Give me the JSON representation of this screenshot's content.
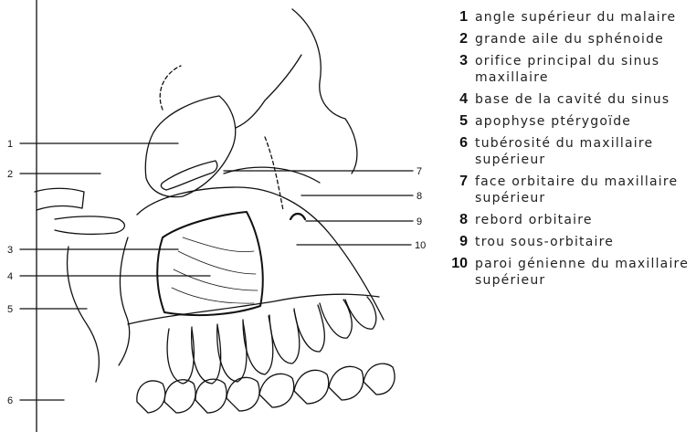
{
  "figure": {
    "labels": [
      "1",
      "2",
      "3",
      "4",
      "5",
      "6",
      "7",
      "8",
      "9",
      "10"
    ]
  },
  "legend": [
    {
      "num": "1",
      "text": "angle supérieur du malaire"
    },
    {
      "num": "2",
      "text": "grande aile du sphénoide"
    },
    {
      "num": "3",
      "text": "orifice principal du sinus maxillaire"
    },
    {
      "num": "4",
      "text": "base de la cavité du sinus"
    },
    {
      "num": "5",
      "text": "apophyse ptérygoïde"
    },
    {
      "num": "6",
      "text": "tubérosité du maxillaire supérieur"
    },
    {
      "num": "7",
      "text": "face orbitaire du maxillaire supérieur"
    },
    {
      "num": "8",
      "text": "rebord orbitaire"
    },
    {
      "num": "9",
      "text": "trou sous-orbitaire"
    },
    {
      "num": "10",
      "text": "paroi génienne du maxillaire supérieur"
    }
  ]
}
